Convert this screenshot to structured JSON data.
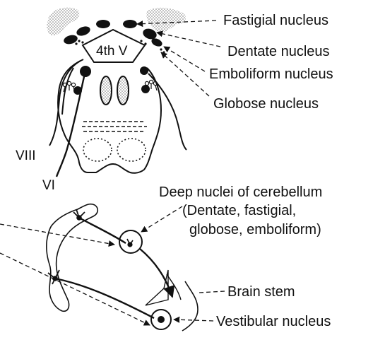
{
  "colors": {
    "ink": "#111111",
    "paper": "#ffffff",
    "stipple": "#9a9a9a"
  },
  "labels": {
    "fastigial": "Fastigial nucleus",
    "dentate": "Dentate nucleus",
    "emboliform": "Emboliform nucleus",
    "globose": "Globose nucleus",
    "ventricle": "4th V",
    "nerve_viii": "VIII",
    "nerve_vi": "VI",
    "deep_nuclei_line1": "Deep nuclei of cerebellum",
    "deep_nuclei_line2": "(Dentate, fastigial,",
    "deep_nuclei_line3": "globose, emboliform)",
    "brain_stem": "Brain stem",
    "vestibular": "Vestibular nucleus"
  }
}
